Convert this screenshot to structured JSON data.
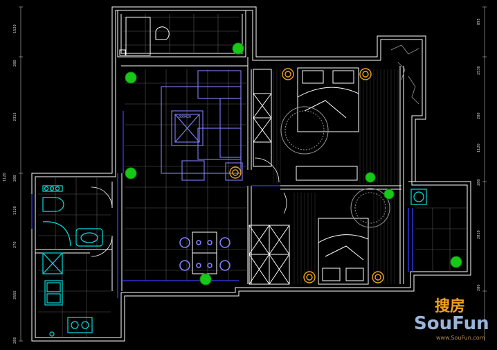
{
  "title": "",
  "colors": {
    "background": "#000000",
    "wall": "#ffffff",
    "furniture": "#8080ff",
    "fixture": "#00e0e0",
    "plant": "#18c818",
    "lamp": "#f0a020"
  },
  "dimensions_left": [
    "1520",
    "280",
    "2315",
    "1120",
    "280",
    "1120",
    "270",
    "2555",
    "280"
  ],
  "dimensions_right": [
    "895",
    "2530",
    "280",
    "1120",
    "280",
    "2810",
    "280"
  ],
  "tv_label": "000420",
  "watermark": {
    "chinese": "搜房",
    "brand": "SouFun",
    "url": "www.SouFun.com"
  }
}
